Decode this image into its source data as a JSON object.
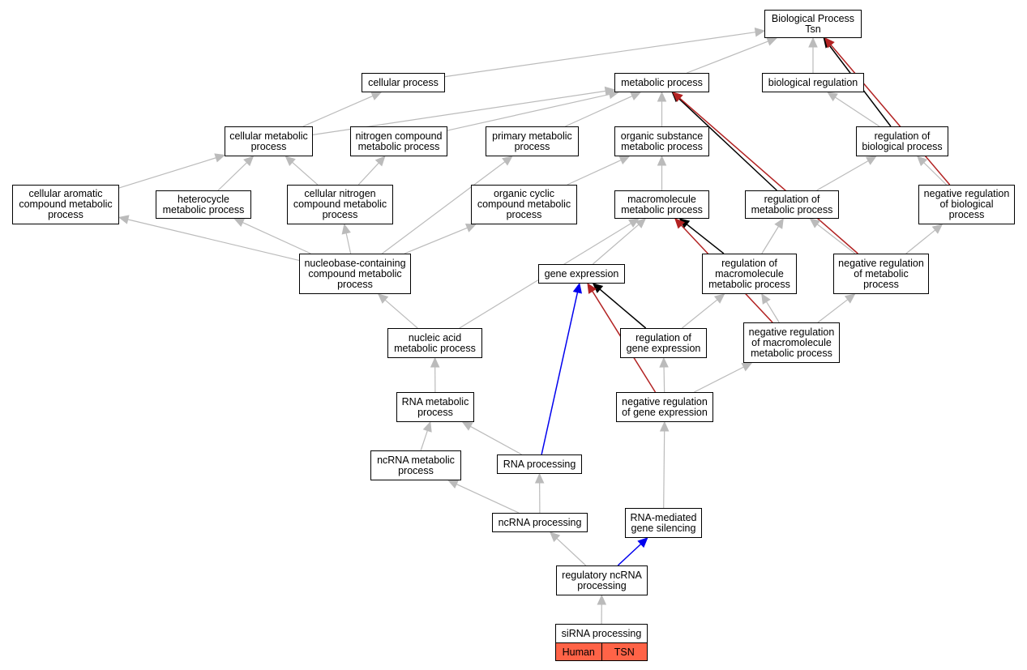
{
  "colors": {
    "default": "#bbbbbb",
    "black": "#000000",
    "red": "#b22222",
    "blue": "#0000ee",
    "legend": "#ff6347"
  },
  "nodes": [
    {
      "id": "root",
      "lines": [
        "Biological Process",
        "Tsn"
      ]
    },
    {
      "id": "cellular_process",
      "lines": [
        "cellular process"
      ]
    },
    {
      "id": "metabolic_process",
      "lines": [
        "metabolic process"
      ]
    },
    {
      "id": "biological_regulation",
      "lines": [
        "biological regulation"
      ]
    },
    {
      "id": "cellular_metabolic",
      "lines": [
        "cellular metabolic",
        "process"
      ]
    },
    {
      "id": "nitrogen_compound",
      "lines": [
        "nitrogen compound",
        "metabolic process"
      ]
    },
    {
      "id": "primary_metabolic",
      "lines": [
        "primary metabolic",
        "process"
      ]
    },
    {
      "id": "organic_substance",
      "lines": [
        "organic substance",
        "metabolic process"
      ]
    },
    {
      "id": "reg_biological",
      "lines": [
        "regulation of",
        "biological process"
      ]
    },
    {
      "id": "cellular_aromatic",
      "lines": [
        "cellular aromatic",
        "compound metabolic",
        "process"
      ]
    },
    {
      "id": "heterocycle",
      "lines": [
        "heterocycle",
        "metabolic process"
      ]
    },
    {
      "id": "cellular_nitrogen",
      "lines": [
        "cellular nitrogen",
        "compound metabolic",
        "process"
      ]
    },
    {
      "id": "organic_cyclic",
      "lines": [
        "organic cyclic",
        "compound metabolic",
        "process"
      ]
    },
    {
      "id": "macromolecule",
      "lines": [
        "macromolecule",
        "metabolic process"
      ]
    },
    {
      "id": "reg_metabolic",
      "lines": [
        "regulation of",
        "metabolic process"
      ]
    },
    {
      "id": "neg_reg_biological",
      "lines": [
        "negative regulation",
        "of biological",
        "process"
      ]
    },
    {
      "id": "nucleobase",
      "lines": [
        "nucleobase-containing",
        "compound metabolic",
        "process"
      ]
    },
    {
      "id": "gene_expression",
      "lines": [
        "gene expression"
      ]
    },
    {
      "id": "reg_macromolecule",
      "lines": [
        "regulation of",
        "macromolecule",
        "metabolic process"
      ]
    },
    {
      "id": "neg_reg_metabolic",
      "lines": [
        "negative regulation",
        "of metabolic",
        "process"
      ]
    },
    {
      "id": "nucleic_acid",
      "lines": [
        "nucleic acid",
        "metabolic process"
      ]
    },
    {
      "id": "reg_gene_expression",
      "lines": [
        "regulation of",
        "gene expression"
      ]
    },
    {
      "id": "neg_reg_macromolecule",
      "lines": [
        "negative regulation",
        "of macromolecule",
        "metabolic process"
      ]
    },
    {
      "id": "rna_metabolic",
      "lines": [
        "RNA metabolic",
        "process"
      ]
    },
    {
      "id": "neg_reg_gene_expression",
      "lines": [
        "negative regulation",
        "of gene expression"
      ]
    },
    {
      "id": "ncrna_metabolic",
      "lines": [
        "ncRNA metabolic",
        "process"
      ]
    },
    {
      "id": "rna_processing",
      "lines": [
        "RNA processing"
      ]
    },
    {
      "id": "ncrna_processing",
      "lines": [
        "ncRNA processing"
      ]
    },
    {
      "id": "rna_mediated_silencing",
      "lines": [
        "RNA-mediated",
        "gene silencing"
      ]
    },
    {
      "id": "regulatory_ncrna",
      "lines": [
        "regulatory ncRNA",
        "processing"
      ]
    },
    {
      "id": "sirna_processing",
      "lines": [
        "siRNA processing"
      ]
    }
  ],
  "legend": [
    "Human",
    "TSN"
  ],
  "edges": [
    {
      "from": "cellular_process",
      "to": "root",
      "type": "default"
    },
    {
      "from": "metabolic_process",
      "to": "root",
      "type": "default"
    },
    {
      "from": "biological_regulation",
      "to": "root",
      "type": "default"
    },
    {
      "from": "reg_biological",
      "to": "root",
      "type": "black"
    },
    {
      "from": "neg_reg_biological",
      "to": "root",
      "type": "red"
    },
    {
      "from": "cellular_metabolic",
      "to": "cellular_process",
      "type": "default"
    },
    {
      "from": "cellular_metabolic",
      "to": "metabolic_process",
      "type": "default"
    },
    {
      "from": "nitrogen_compound",
      "to": "metabolic_process",
      "type": "default"
    },
    {
      "from": "primary_metabolic",
      "to": "metabolic_process",
      "type": "default"
    },
    {
      "from": "organic_substance",
      "to": "metabolic_process",
      "type": "default"
    },
    {
      "from": "reg_metabolic",
      "to": "metabolic_process",
      "type": "black"
    },
    {
      "from": "neg_reg_metabolic",
      "to": "metabolic_process",
      "type": "red"
    },
    {
      "from": "reg_biological",
      "to": "biological_regulation",
      "type": "default"
    },
    {
      "from": "reg_metabolic",
      "to": "reg_biological",
      "type": "default"
    },
    {
      "from": "neg_reg_biological",
      "to": "reg_biological",
      "type": "default"
    },
    {
      "from": "cellular_aromatic",
      "to": "cellular_metabolic",
      "type": "default"
    },
    {
      "from": "heterocycle",
      "to": "cellular_metabolic",
      "type": "default"
    },
    {
      "from": "cellular_nitrogen",
      "to": "cellular_metabolic",
      "type": "default"
    },
    {
      "from": "cellular_nitrogen",
      "to": "nitrogen_compound",
      "type": "default"
    },
    {
      "from": "organic_cyclic",
      "to": "organic_substance",
      "type": "default"
    },
    {
      "from": "macromolecule",
      "to": "organic_substance",
      "type": "default"
    },
    {
      "from": "nucleobase",
      "to": "cellular_aromatic",
      "type": "default"
    },
    {
      "from": "nucleobase",
      "to": "heterocycle",
      "type": "default"
    },
    {
      "from": "nucleobase",
      "to": "cellular_nitrogen",
      "type": "default"
    },
    {
      "from": "nucleobase",
      "to": "organic_cyclic",
      "type": "default"
    },
    {
      "from": "nucleobase",
      "to": "primary_metabolic",
      "type": "default"
    },
    {
      "from": "nucleic_acid",
      "to": "macromolecule",
      "type": "default"
    },
    {
      "from": "gene_expression",
      "to": "macromolecule",
      "type": "default"
    },
    {
      "from": "reg_macromolecule",
      "to": "macromolecule",
      "type": "black"
    },
    {
      "from": "neg_reg_macromolecule",
      "to": "macromolecule",
      "type": "red"
    },
    {
      "from": "reg_macromolecule",
      "to": "reg_metabolic",
      "type": "default"
    },
    {
      "from": "neg_reg_metabolic",
      "to": "reg_metabolic",
      "type": "default"
    },
    {
      "from": "neg_reg_metabolic",
      "to": "neg_reg_biological",
      "type": "default"
    },
    {
      "from": "nucleic_acid",
      "to": "nucleobase",
      "type": "default"
    },
    {
      "from": "reg_gene_expression",
      "to": "gene_expression",
      "type": "black"
    },
    {
      "from": "neg_reg_gene_expression",
      "to": "gene_expression",
      "type": "red"
    },
    {
      "from": "rna_processing",
      "to": "gene_expression",
      "type": "blue"
    },
    {
      "from": "reg_gene_expression",
      "to": "reg_macromolecule",
      "type": "default"
    },
    {
      "from": "neg_reg_macromolecule",
      "to": "reg_macromolecule",
      "type": "default"
    },
    {
      "from": "neg_reg_macromolecule",
      "to": "neg_reg_metabolic",
      "type": "default"
    },
    {
      "from": "rna_metabolic",
      "to": "nucleic_acid",
      "type": "default"
    },
    {
      "from": "neg_reg_gene_expression",
      "to": "reg_gene_expression",
      "type": "default"
    },
    {
      "from": "neg_reg_gene_expression",
      "to": "neg_reg_macromolecule",
      "type": "default"
    },
    {
      "from": "ncrna_metabolic",
      "to": "rna_metabolic",
      "type": "default"
    },
    {
      "from": "rna_processing",
      "to": "rna_metabolic",
      "type": "default"
    },
    {
      "from": "ncrna_processing",
      "to": "ncrna_metabolic",
      "type": "default"
    },
    {
      "from": "ncrna_processing",
      "to": "rna_processing",
      "type": "default"
    },
    {
      "from": "rna_mediated_silencing",
      "to": "neg_reg_gene_expression",
      "type": "default"
    },
    {
      "from": "regulatory_ncrna",
      "to": "ncrna_processing",
      "type": "default"
    },
    {
      "from": "regulatory_ncrna",
      "to": "rna_mediated_silencing",
      "type": "blue"
    },
    {
      "from": "sirna_processing",
      "to": "regulatory_ncrna",
      "type": "default"
    }
  ]
}
